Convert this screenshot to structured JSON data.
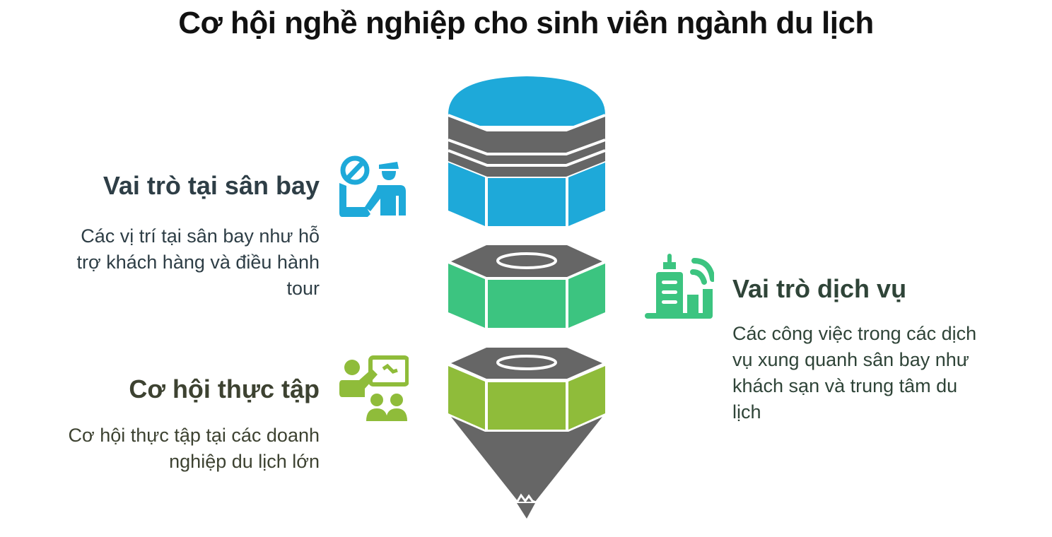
{
  "title": "Cơ hội nghề nghiệp cho sinh viên ngành du lịch",
  "colors": {
    "blue": "#1EA9D9",
    "green": "#3CC480",
    "lime": "#8FBC3A",
    "gray": "#666666",
    "heading_dark": "#2E3E46",
    "heading_olive": "#3D4231",
    "heading_green": "#2F4438"
  },
  "sections": [
    {
      "id": "airport",
      "heading": "Vai trò tại sân bay",
      "desc_lines": [
        "Các vị trí tại sân bay như hỗ",
        "trợ khách hàng và điều hành",
        "tour"
      ],
      "icon": "airport-officer-icon",
      "color": "#1EA9D9"
    },
    {
      "id": "service",
      "heading": "Vai trò dịch vụ",
      "desc_lines": [
        "Các công việc trong các dịch",
        "vụ xung quanh sân bay như",
        "khách sạn và trung tâm du",
        "lịch"
      ],
      "icon": "city-signal-icon",
      "color": "#3CC480"
    },
    {
      "id": "internship",
      "heading": "Cơ hội thực tập",
      "desc_lines": [
        "Cơ hội thực tập tại các doanh",
        "nghiệp du lịch lớn"
      ],
      "icon": "presentation-teacher-icon",
      "color": "#8FBC3A"
    }
  ]
}
